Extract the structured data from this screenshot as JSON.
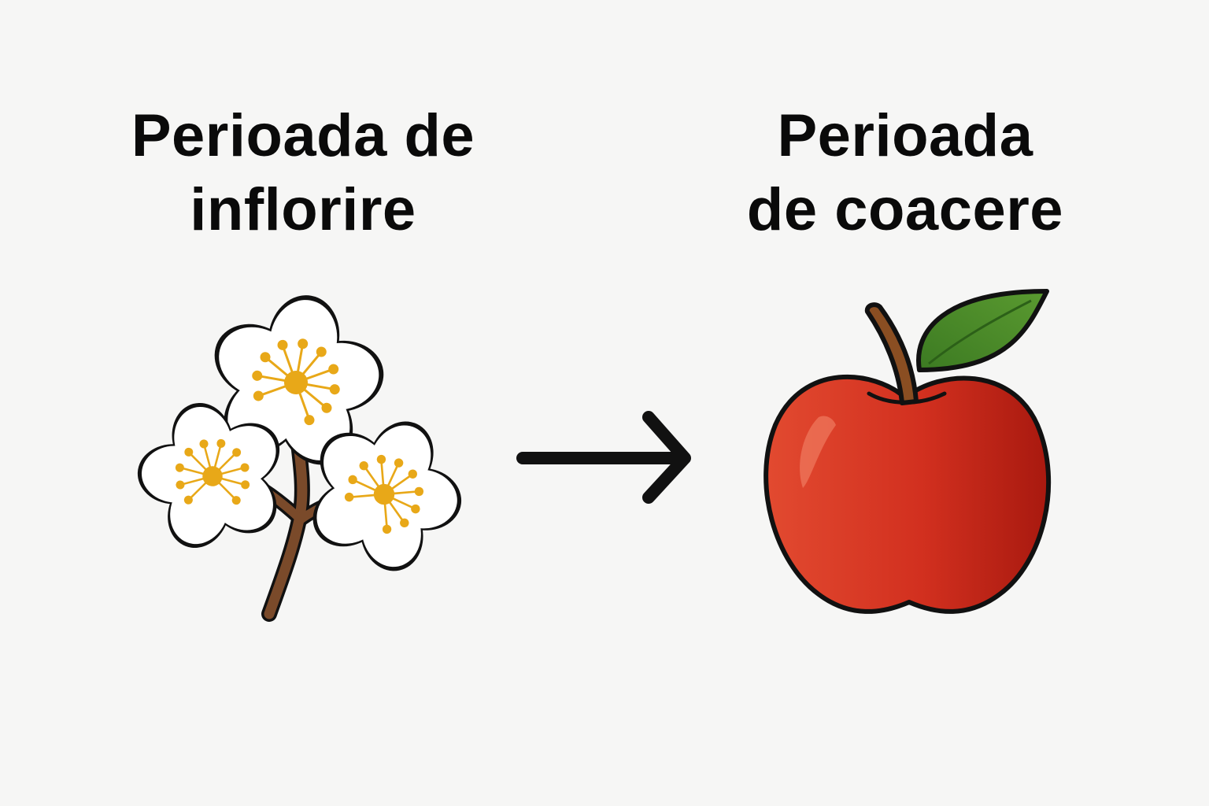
{
  "stages": [
    {
      "id": "flowering",
      "title_line1": "Perioada de",
      "title_line2": "inflorire",
      "icon": "apple-blossom-icon"
    },
    {
      "id": "ripening",
      "title_line1": "Perioada",
      "title_line2": "de coacere",
      "icon": "red-apple-icon"
    }
  ],
  "connector": {
    "icon": "right-arrow-icon"
  },
  "colors": {
    "background": "#f6f6f5",
    "text": "#0a0a0a",
    "stem": "#7a4a2a",
    "petal": "#ffffff",
    "stamen": "#e8a818",
    "apple_red": "#d2301f",
    "leaf_green": "#4a8a2a"
  }
}
